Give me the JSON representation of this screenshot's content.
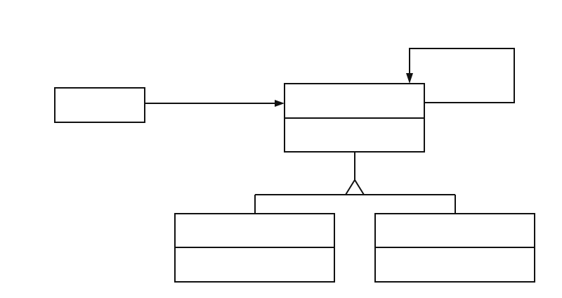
{
  "diagram": {
    "type": "uml-class-diagram",
    "line_color": "#111111",
    "fill_color": "#ffffff",
    "classes": [
      {
        "id": "client",
        "compartments": 1,
        "text": []
      },
      {
        "id": "component",
        "compartments": 2,
        "text": []
      },
      {
        "id": "decorator-box",
        "compartments": 1,
        "text": []
      },
      {
        "id": "left-subclass",
        "compartments": 2,
        "text": []
      },
      {
        "id": "right-subclass",
        "compartments": 2,
        "text": []
      }
    ],
    "relationships": [
      {
        "type": "association",
        "from": "client",
        "to": "component",
        "arrowhead": "filled"
      },
      {
        "type": "association",
        "from": "decorator-box",
        "to": "component",
        "arrowhead": "filled"
      },
      {
        "type": "generalization",
        "from": [
          "left-subclass",
          "right-subclass"
        ],
        "to": "component",
        "arrowhead": "hollow-triangle"
      }
    ]
  }
}
